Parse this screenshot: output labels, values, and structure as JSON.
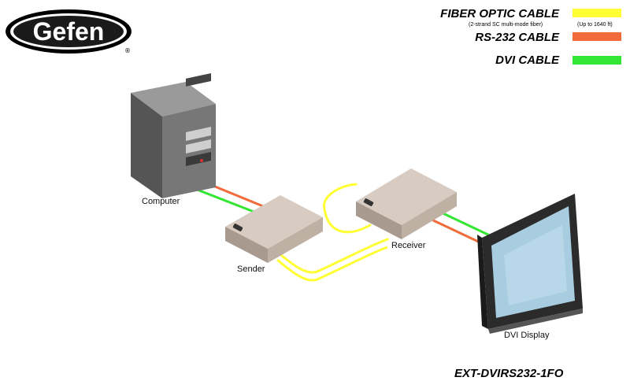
{
  "brand": {
    "name": "Gefen",
    "registered_mark": "®"
  },
  "legend": {
    "fiber": {
      "title": "FIBER OPTIC CABLE",
      "subtitle": "(2-strand SC multi-mode fiber)",
      "note": "(Up to 1640 ft)",
      "color": "#ffff33"
    },
    "rs232": {
      "title": "RS-232 CABLE",
      "color": "#f26b3a"
    },
    "dvi": {
      "title": "DVI CABLE",
      "color": "#33e633"
    }
  },
  "devices": {
    "computer": "Computer",
    "sender": "Sender",
    "receiver": "Receiver",
    "display": "DVI Display"
  },
  "model": "EXT-DVIRS232-1FO",
  "colors": {
    "box": "#c9b9ad",
    "box_dark": "#9e8f84",
    "tower": "#6b6b6b",
    "screen": "#a9cde0"
  }
}
